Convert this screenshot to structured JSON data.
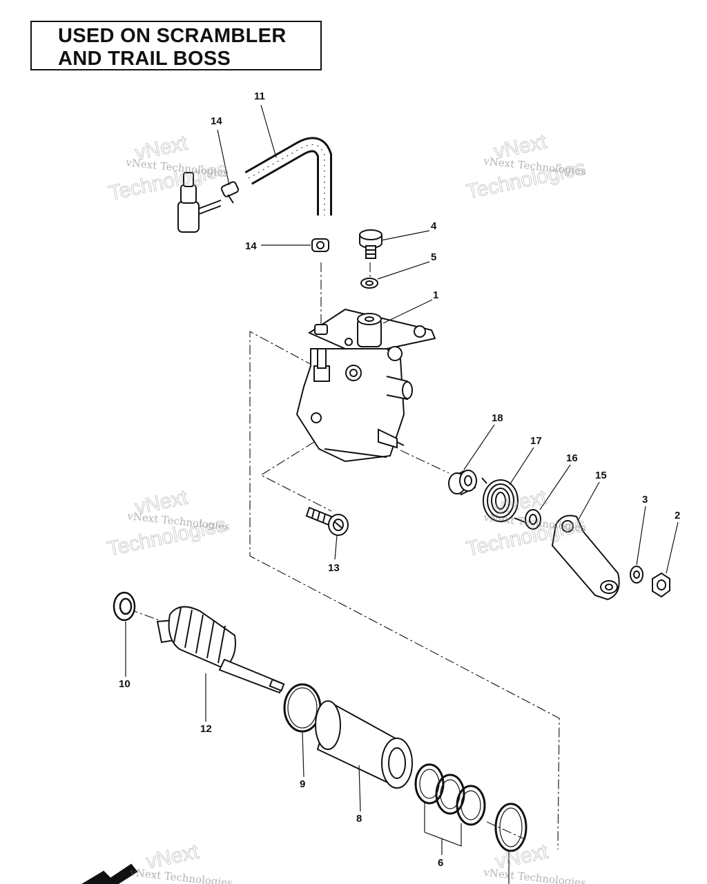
{
  "title": {
    "line1": "USED ON SCRAMBLER",
    "line2": "AND TRAIL BOSS"
  },
  "callouts": [
    "1",
    "2",
    "3",
    "4",
    "5",
    "6",
    "8",
    "9",
    "10",
    "11",
    "12",
    "13",
    "14",
    "14",
    "15",
    "16",
    "17",
    "18"
  ],
  "watermark": {
    "company": "vNext Technologies",
    "word1": "vNext",
    "word2": "Technologies"
  }
}
